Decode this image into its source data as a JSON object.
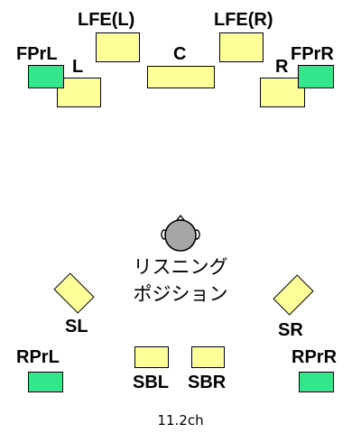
{
  "speakers": {
    "lfe_left": {
      "label": "LFE(L)",
      "color": "#ffff99"
    },
    "lfe_right": {
      "label": "LFE(R)",
      "color": "#ffff99"
    },
    "front_presence_left": {
      "label": "FPrL",
      "color": "#33e68c"
    },
    "front_presence_right": {
      "label": "FPrR",
      "color": "#33e68c"
    },
    "front_left": {
      "label": "L",
      "color": "#ffff99"
    },
    "center": {
      "label": "C",
      "color": "#ffff99"
    },
    "front_right": {
      "label": "R",
      "color": "#ffff99"
    },
    "surround_left": {
      "label": "SL",
      "color": "#ffff99"
    },
    "surround_right": {
      "label": "SR",
      "color": "#ffff99"
    },
    "rear_presence_left": {
      "label": "RPrL",
      "color": "#33e68c"
    },
    "rear_presence_right": {
      "label": "RPrR",
      "color": "#33e68c"
    },
    "surround_back_left": {
      "label": "SBL",
      "color": "#ffff99"
    },
    "surround_back_right": {
      "label": "SBR",
      "color": "#ffff99"
    }
  },
  "listening_position": {
    "line1": "リスニング",
    "line2": "ポジション",
    "head_icon": "listener-head-icon",
    "head_color": "#a6a6a6"
  },
  "caption": "11.2ch"
}
